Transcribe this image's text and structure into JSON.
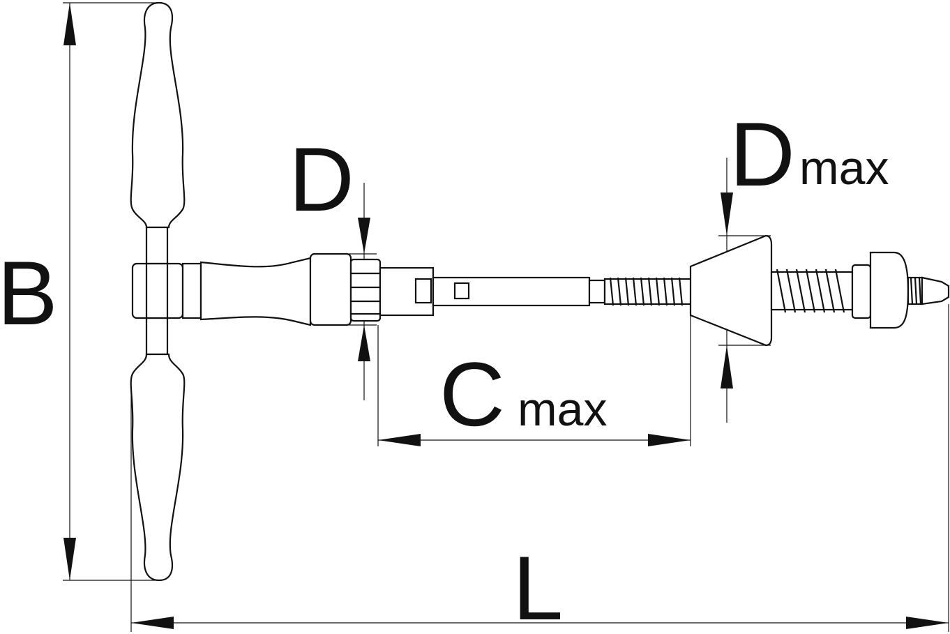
{
  "labels": {
    "B": "B",
    "L": "L",
    "D": "D",
    "C_main": "C",
    "C_sub": "max",
    "Dmax_main": "D",
    "Dmax_sub": "max"
  }
}
